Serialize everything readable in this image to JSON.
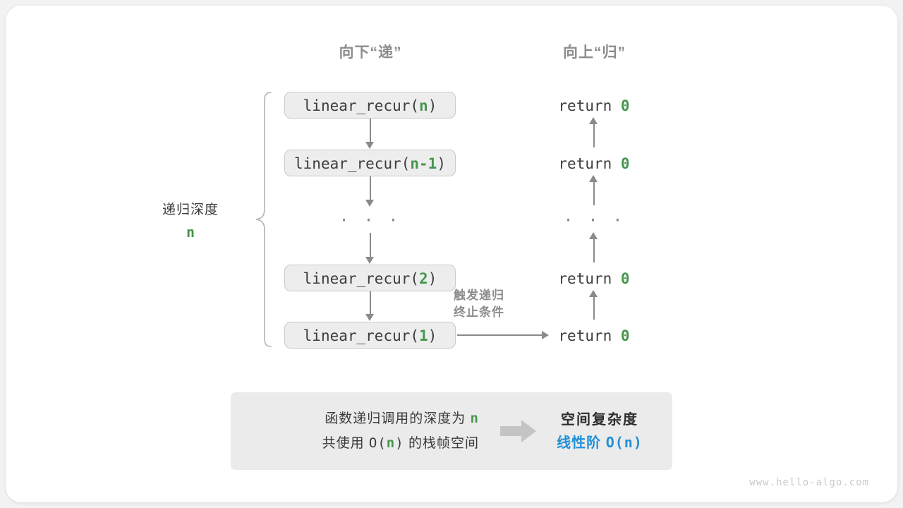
{
  "headers": {
    "down": "向下“递”",
    "up": "向上“归”"
  },
  "depth_label": {
    "title": "递归深度",
    "value": "n"
  },
  "call_stack": [
    {
      "name": "linear_recur(",
      "arg": "n",
      "close": ")"
    },
    {
      "name": "linear_recur(",
      "arg": "n-1",
      "close": ")"
    },
    {
      "name": "linear_recur(",
      "arg": "2",
      "close": ")"
    },
    {
      "name": "linear_recur(",
      "arg": "1",
      "close": ")"
    }
  ],
  "returns": [
    {
      "keyword": "return",
      "value": "0"
    },
    {
      "keyword": "return",
      "value": "0"
    },
    {
      "keyword": "return",
      "value": "0"
    },
    {
      "keyword": "return",
      "value": "0"
    }
  ],
  "ellipsis": "· · ·",
  "terminate_note": {
    "line1": "触发递归",
    "line2": "终止条件"
  },
  "summary": {
    "left_line1_a": "函数递归调用的深度为",
    "left_line1_n": "n",
    "left_line2_a": "共使用",
    "left_line2_o": "O(",
    "left_line2_n": "n",
    "left_line2_c": ")",
    "left_line2_b": "的栈帧空间",
    "arrow_icon": "right-arrow-icon",
    "right_title": "空间复杂度",
    "right_value_label": "线性阶",
    "right_value_expr": "O(n)"
  },
  "footer": "www.hello-algo.com",
  "colors": {
    "background": "#f2f2f2",
    "card": "#ffffff",
    "box_fill": "#ededed",
    "box_border": "#c9c9c9",
    "accent_green": "#46964e",
    "accent_blue": "#2090d8",
    "gray_line": "#8a8a8a",
    "header_gray": "#8c8c8c",
    "panel_fill": "#ebebeb"
  }
}
